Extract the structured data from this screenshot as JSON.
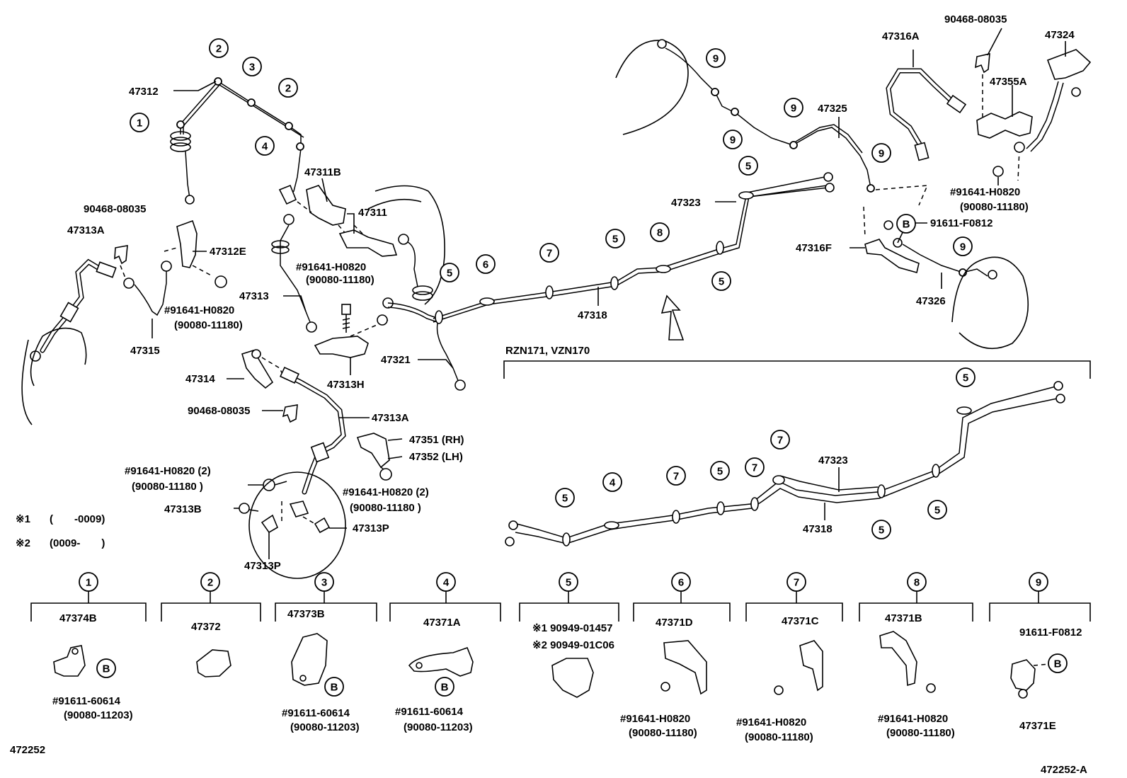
{
  "diagram_id": "472252",
  "diagram_id_alt": "472252-A",
  "model_note": "RZN171, VZN170",
  "footnotes": {
    "n1_mark": "※1",
    "n1_text": "(　　-0009)",
    "n2_mark": "※2",
    "n2_text": "(0009-　　)"
  },
  "callout_numbers": [
    "1",
    "2",
    "3",
    "4",
    "5",
    "6",
    "7",
    "8",
    "9"
  ],
  "callout_b": "B",
  "labels": {
    "p47312": "47312",
    "p47312E": "47312E",
    "p47313A_top": "47313A",
    "p90468_a": "90468-08035",
    "p47315": "47315",
    "p91641_a": "#91641-H0820",
    "p90080_a": "(90080-11180)",
    "p47311B": "47311B",
    "p47311": "47311",
    "p91641_b": "#91641-H0820",
    "p90080_b": "(90080-11180)",
    "p47313": "47313",
    "p47313H": "47313H",
    "p47321": "47321",
    "p47314": "47314",
    "p90468_b": "90468-08035",
    "p47313A_bot": "47313A",
    "p47351": "47351 (RH)",
    "p47352": "47352 (LH)",
    "p91641_c": "#91641-H0820 (2)",
    "p90080_c": "(90080-11180 )",
    "p91641_d": "#91641-H0820 (2)",
    "p90080_d": "(90080-11180 )",
    "p47313B": "47313B",
    "p47313P_a": "47313P",
    "p47313P_b": "47313P",
    "p47318_top": "47318",
    "p47323_top": "47323",
    "p47325": "47325",
    "p90468_c": "90468-08035",
    "p47316A": "47316A",
    "p47324": "47324",
    "p47355A": "47355A",
    "p91641_e": "#91641-H0820",
    "p90080_e": "(90080-11180)",
    "p91611_F": "91611-F0812",
    "p47316F": "47316F",
    "p47326": "47326",
    "p47323_bot": "47323",
    "p47318_bot": "47318"
  },
  "legend": [
    {
      "num": "1",
      "part": "47374B",
      "fastener": "#91611-60614",
      "alt": "(90080-11203)"
    },
    {
      "num": "2",
      "part": "47372",
      "fastener": "",
      "alt": ""
    },
    {
      "num": "3",
      "part": "47373B",
      "fastener": "#91611-60614",
      "alt": "(90080-11203)"
    },
    {
      "num": "4",
      "part": "47371A",
      "fastener": "#91611-60614",
      "alt": "(90080-11203)"
    },
    {
      "num": "5",
      "part": "※1 90949-01457",
      "part2": "※2 90949-01C06",
      "fastener": "",
      "alt": ""
    },
    {
      "num": "6",
      "part": "47371D",
      "fastener": "#91641-H0820",
      "alt": "(90080-11180)"
    },
    {
      "num": "7",
      "part": "47371C",
      "fastener": "#91641-H0820",
      "alt": "(90080-11180)"
    },
    {
      "num": "8",
      "part": "47371B",
      "fastener": "#91641-H0820",
      "alt": "(90080-11180)"
    },
    {
      "num": "9",
      "part": "91611-F0812",
      "part2": "47371E",
      "fastener": "",
      "alt": ""
    }
  ]
}
